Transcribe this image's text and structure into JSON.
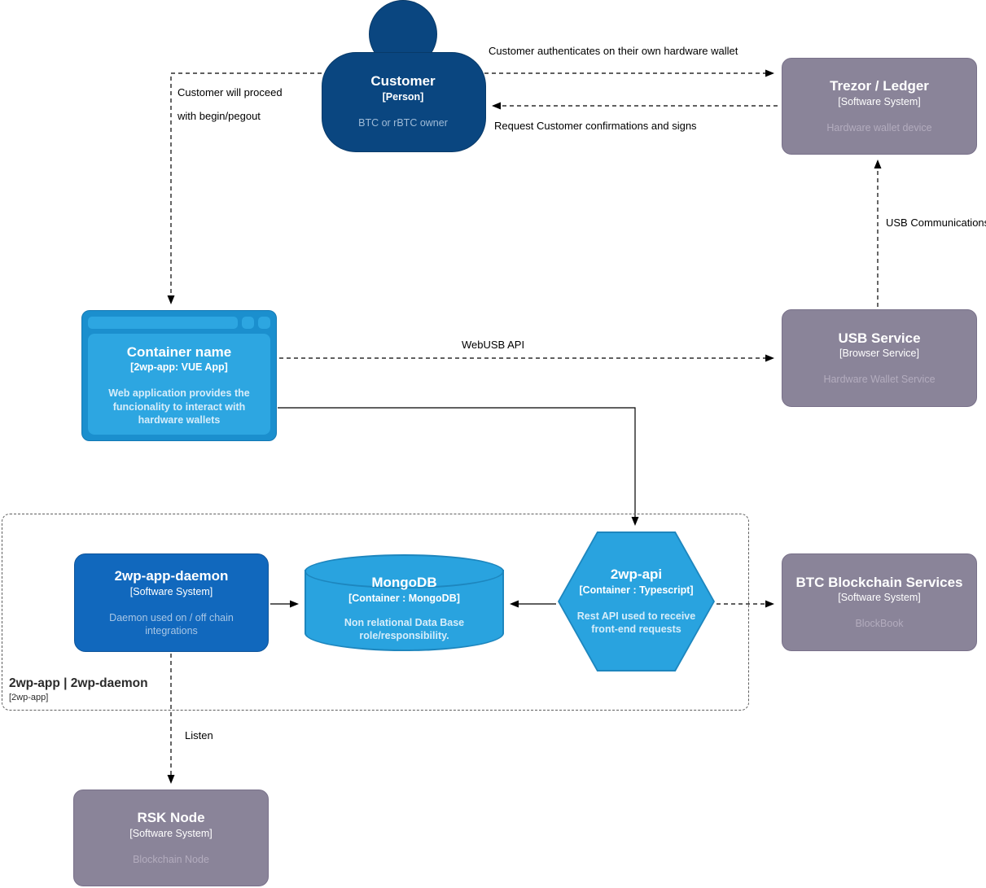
{
  "diagram": {
    "background": "#ffffff",
    "colors": {
      "person_fill": "#0A4680",
      "system_blue_fill": "#1168BD",
      "container_blue_fill": "#29A3DF",
      "browser_frame_fill": "#1B8FCE",
      "external_gray_fill": "#8A8499",
      "edge_stroke": "#000000"
    },
    "nodes": {
      "customer": {
        "title": "Customer",
        "meta": "[Person]",
        "desc": "BTC or rBTC owner"
      },
      "trezor": {
        "title": "Trezor / Ledger",
        "meta": "[Software System]",
        "desc": "Hardware wallet device"
      },
      "container": {
        "title": "Container name",
        "meta": "[2wp-app: VUE App]",
        "desc": "Web application provides the funcionality to interact with hardware wallets"
      },
      "usb": {
        "title": "USB Service",
        "meta": "[Browser Service]",
        "desc": "Hardware Wallet Service"
      },
      "daemon": {
        "title": "2wp-app-daemon",
        "meta": "[Software System]",
        "desc": "Daemon used on / off chain integrations"
      },
      "mongo": {
        "title": "MongoDB",
        "meta": "[Container : MongoDB]",
        "desc": "Non relational Data Base role/responsibility."
      },
      "api": {
        "title": "2wp-api",
        "meta": "[Container : Typescript]",
        "desc": "Rest API used to receive front-end requests"
      },
      "btc": {
        "title": "BTC Blockchain Services",
        "meta": "[Software System]",
        "desc": "BlockBook"
      },
      "rsk": {
        "title": "RSK Node",
        "meta": "[Software System]",
        "desc": "Blockchain Node"
      }
    },
    "boundary": {
      "title": "2wp-app | 2wp-daemon",
      "meta": "[2wp-app]"
    },
    "edge_labels": {
      "auth": "Customer authenticates on their own hardware wallet",
      "request": "Request Customer confirmations and signs",
      "proceed_line1": "Customer will proceed",
      "proceed_line2": "with begin/pegout",
      "usb_comm": "USB Communications",
      "webusb": "WebUSB API",
      "listen": "Listen"
    }
  }
}
